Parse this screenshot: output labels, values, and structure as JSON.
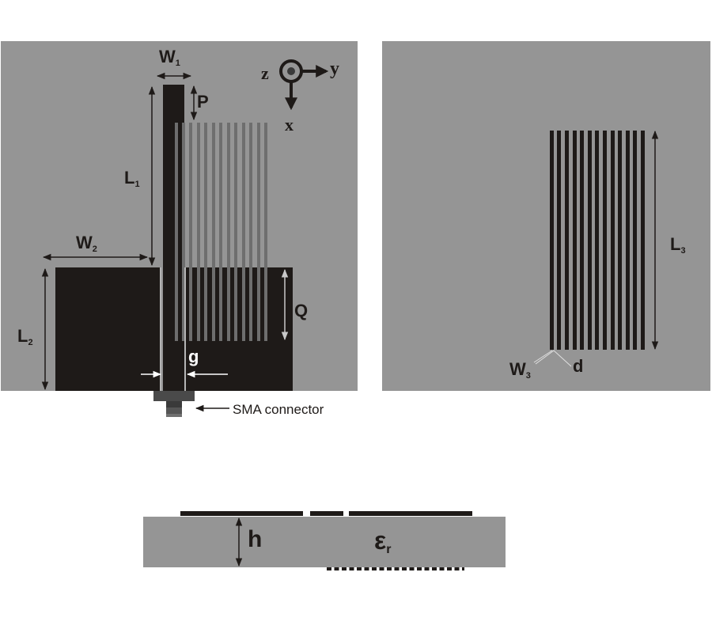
{
  "figure": {
    "front_view": {
      "labels": {
        "W1": {
          "main": "W",
          "sub": "1"
        },
        "L1": {
          "main": "L",
          "sub": "1"
        },
        "P": "P",
        "W2": {
          "main": "W",
          "sub": "2"
        },
        "L2": {
          "main": "L",
          "sub": "2"
        },
        "Q": "Q",
        "g": "g"
      },
      "axes": {
        "z": "z",
        "y": "y",
        "x": "x"
      },
      "connector_label": "SMA connector",
      "strip_count": 13
    },
    "back_view": {
      "labels": {
        "L3": {
          "main": "L",
          "sub": "3"
        },
        "W3": {
          "main": "W",
          "sub": "3"
        },
        "d": "d"
      },
      "strip_count": 13
    },
    "side_view": {
      "labels": {
        "h": "h",
        "epsilon": {
          "main": "ε",
          "sub": "r"
        }
      }
    }
  },
  "colors": {
    "substrate": "#959595",
    "copper": "#1e1a18",
    "ghost_strip": "#6e6e6e",
    "background": "#ffffff"
  }
}
